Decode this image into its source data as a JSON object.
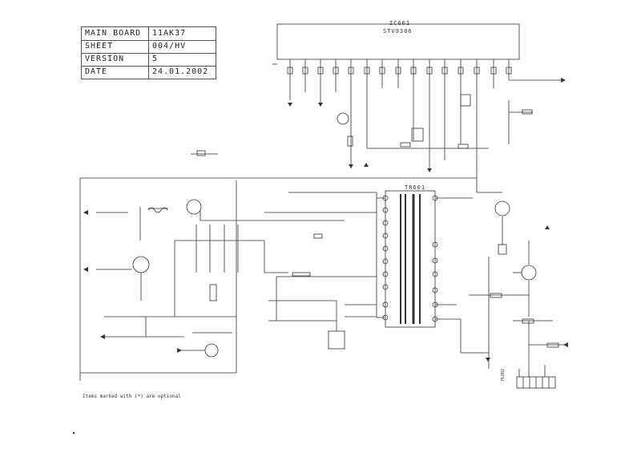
{
  "title_block": {
    "rows": [
      {
        "key": "MAIN BOARD",
        "value": "11AK37"
      },
      {
        "key": "SHEET",
        "value": "004/HV"
      },
      {
        "key": "VERSION",
        "value": "5"
      },
      {
        "key": "DATE",
        "value": "24.01.2002"
      }
    ]
  },
  "ic": {
    "ref": "IC601",
    "part": "STV9306"
  },
  "transformer": {
    "ref": "TR601"
  },
  "connector": {
    "ref": "PL802"
  },
  "footnote": "Items marked with (*) are optional",
  "colors": {
    "line": "#333333",
    "paper": "#ffffff"
  }
}
